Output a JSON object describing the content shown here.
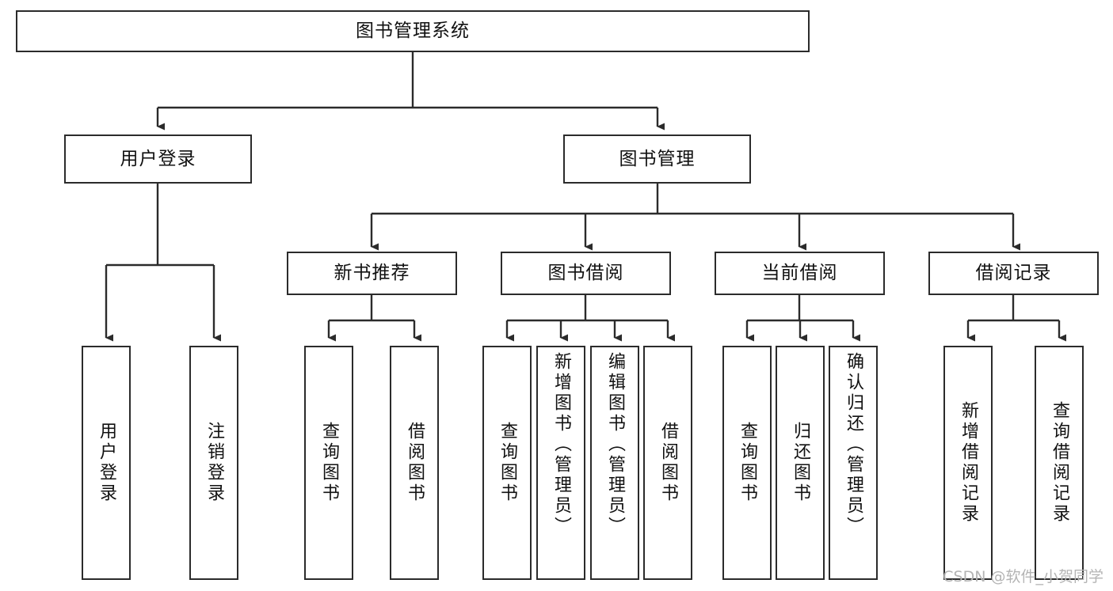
{
  "diagram": {
    "title": "图书管理系统",
    "type": "tree-hierarchy-chart",
    "colors": {
      "box_border": "#2b2b2b",
      "box_fill": "#ffffff",
      "edge": "#2b2b2b",
      "text": "#111111",
      "watermark": "#b4b4b4",
      "background": "#ffffff"
    },
    "root": {
      "label": "图书管理系统"
    },
    "level1": [
      {
        "label": "用户登录"
      },
      {
        "label": "图书管理"
      }
    ],
    "level2": [
      {
        "label": "新书推荐"
      },
      {
        "label": "图书借阅"
      },
      {
        "label": "当前借阅"
      },
      {
        "label": "借阅记录"
      }
    ],
    "leaves": {
      "user_login": [
        {
          "label": "用户登录"
        },
        {
          "label": "注销登录"
        }
      ],
      "new_book_recommend": [
        {
          "label": "查询图书"
        },
        {
          "label": "借阅图书"
        }
      ],
      "book_borrow": [
        {
          "label": "查询图书"
        },
        {
          "label": "新增图书（管理员）"
        },
        {
          "label": "编辑图书（管理员）"
        },
        {
          "label": "借阅图书"
        }
      ],
      "current_borrow": [
        {
          "label": "查询图书"
        },
        {
          "label": "归还图书"
        },
        {
          "label": "确认归还（管理员）"
        }
      ],
      "borrow_record": [
        {
          "label": "新增借阅记录"
        },
        {
          "label": "查询借阅记录"
        }
      ]
    }
  },
  "watermark": {
    "text": "CSDN @软件_小贺同学"
  }
}
